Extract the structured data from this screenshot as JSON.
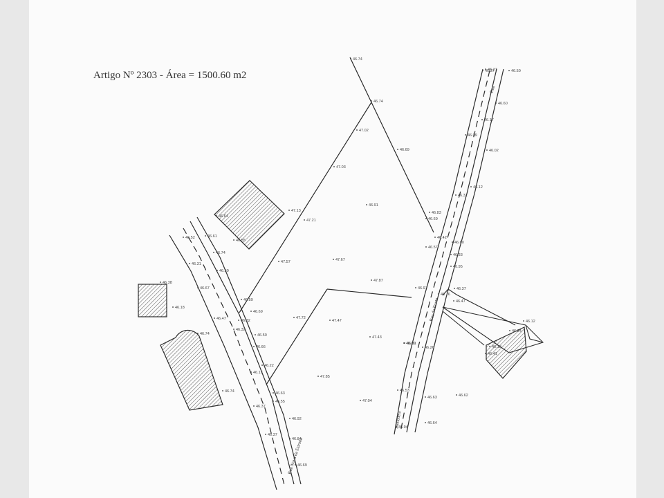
{
  "title": "Artigo Nº 2303 - Área = 1500.60 m2",
  "streets": {
    "left": "Rua Nova da Estrada",
    "right": "Rua da Fonte",
    "bottom_right": "Menedela",
    "top_right": "Rua"
  },
  "elevations": [
    "46.74",
    "46.74",
    "46.69",
    "47.02",
    "47.03",
    "47.13",
    "47.21",
    "46.91",
    "47.57",
    "47.67",
    "47.87",
    "47.72",
    "47.47",
    "47.43",
    "47.85",
    "47.04",
    "46.64",
    "46.52",
    "46.74",
    "46.61",
    "46.59",
    "46.31",
    "46.67",
    "46.47",
    "46.59",
    "46.32",
    "46.66",
    "46.17",
    "46.63",
    "46.55",
    "46.92",
    "46.84",
    "46.37",
    "46.69",
    "46.18",
    "46.74",
    "46.74",
    "46.22",
    "46.50",
    "46.69",
    "46.32",
    "46.37",
    "46.38",
    "46.55",
    "46.27",
    "46.50",
    "46.60",
    "46.17",
    "46.09",
    "46.02",
    "46.12",
    "46.31",
    "46.83",
    "46.69",
    "46.42",
    "46.57",
    "46.60",
    "46.33",
    "46.95",
    "46.37",
    "46.76",
    "46.47",
    "46.97",
    "46.81",
    "46.26",
    "46.53",
    "46.63",
    "46.62",
    "46.64",
    "46.94",
    "46.89",
    "46.34",
    "46.18",
    "46.41",
    "46.12",
    "46.37"
  ],
  "colors": {
    "line": "#2b2b2b",
    "paper": "#fbfbfb",
    "margin": "#e8e8e8"
  }
}
